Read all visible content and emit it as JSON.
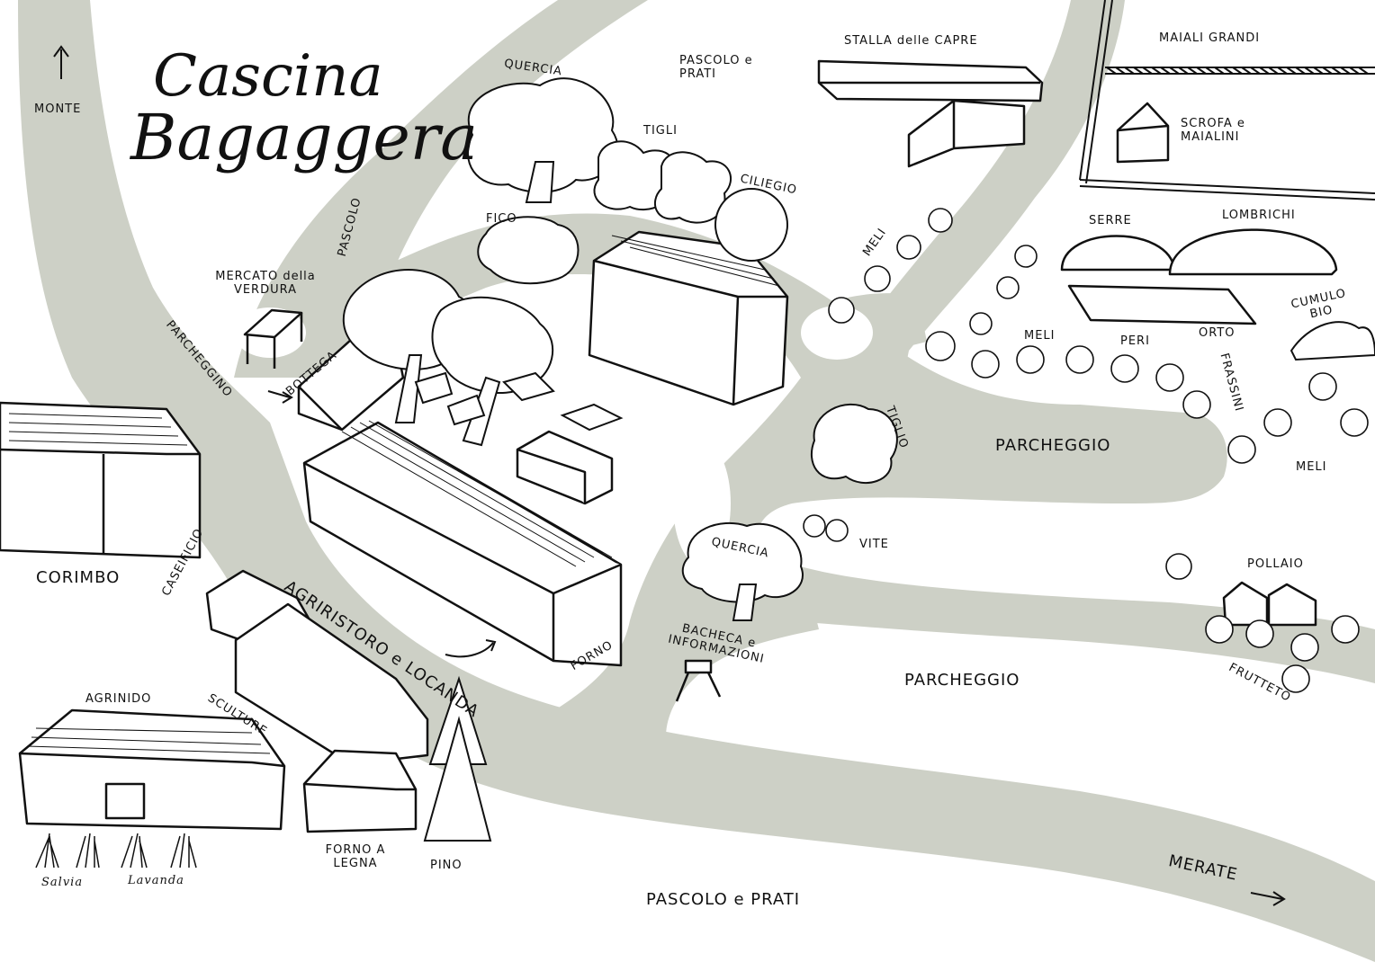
{
  "title": {
    "line1": "Cascina",
    "line2": "Bagaggera"
  },
  "directions": {
    "north": "MONTE",
    "east": "MERATE"
  },
  "icons": {
    "north_arrow": "arrow-up-icon",
    "east_arrow": "arrow-right-icon"
  },
  "colors": {
    "road": "#cdd0c6",
    "ink": "#111111",
    "paper": "#ffffff"
  },
  "labels": {
    "quercia_top": "QUERCIA",
    "pascolo_prati_top": "PASCOLO e PRATI",
    "stalla": "STALLA delle CAPRE",
    "maiali_grandi": "MAIALI GRANDI",
    "scrofa": "SCROFA e MAIALINI",
    "tigli": "TIGLI",
    "ciliegio": "CILIEGIO",
    "fico": "FICO",
    "pascolo": "PASCOLO",
    "mercato": "MERCATO della VERDURA",
    "parcheggino": "PARCHEGGINO",
    "bottega": "BOTTEGA",
    "meli_top": "MELI",
    "serre": "SERRE",
    "lombrichi": "LOMBRICHI",
    "cumulo": "CUMULO BIO",
    "meli_mid": "MELI",
    "peri": "PERI",
    "orto": "ORTO",
    "frassini": "FRASSINI",
    "tiglio": "TIGLIO",
    "parcheggio_right": "PARCHEGGIO",
    "meli_right": "MELI",
    "corimbo": "CORIMBO",
    "caseificio": "CASEIFICIO",
    "agriristoro": "AGRIRISTORO e LOCANDA",
    "forno": "FORNO",
    "quercia_mid": "QUERCIA",
    "vite": "VITE",
    "bacheca": "BACHECA e INFORMAZIONI",
    "pollaio": "POLLAIO",
    "frutteto": "FRUTTETO",
    "parcheggio_bottom": "PARCHEGGIO",
    "agrinido": "AGRINIDO",
    "sculture": "SCULTURE",
    "forno_legna": "FORNO A LEGNA",
    "pino": "PINO",
    "salvia": "Salvia",
    "lavanda": "Lavanda",
    "pascolo_prati_bottom": "PASCOLO e PRATI"
  }
}
